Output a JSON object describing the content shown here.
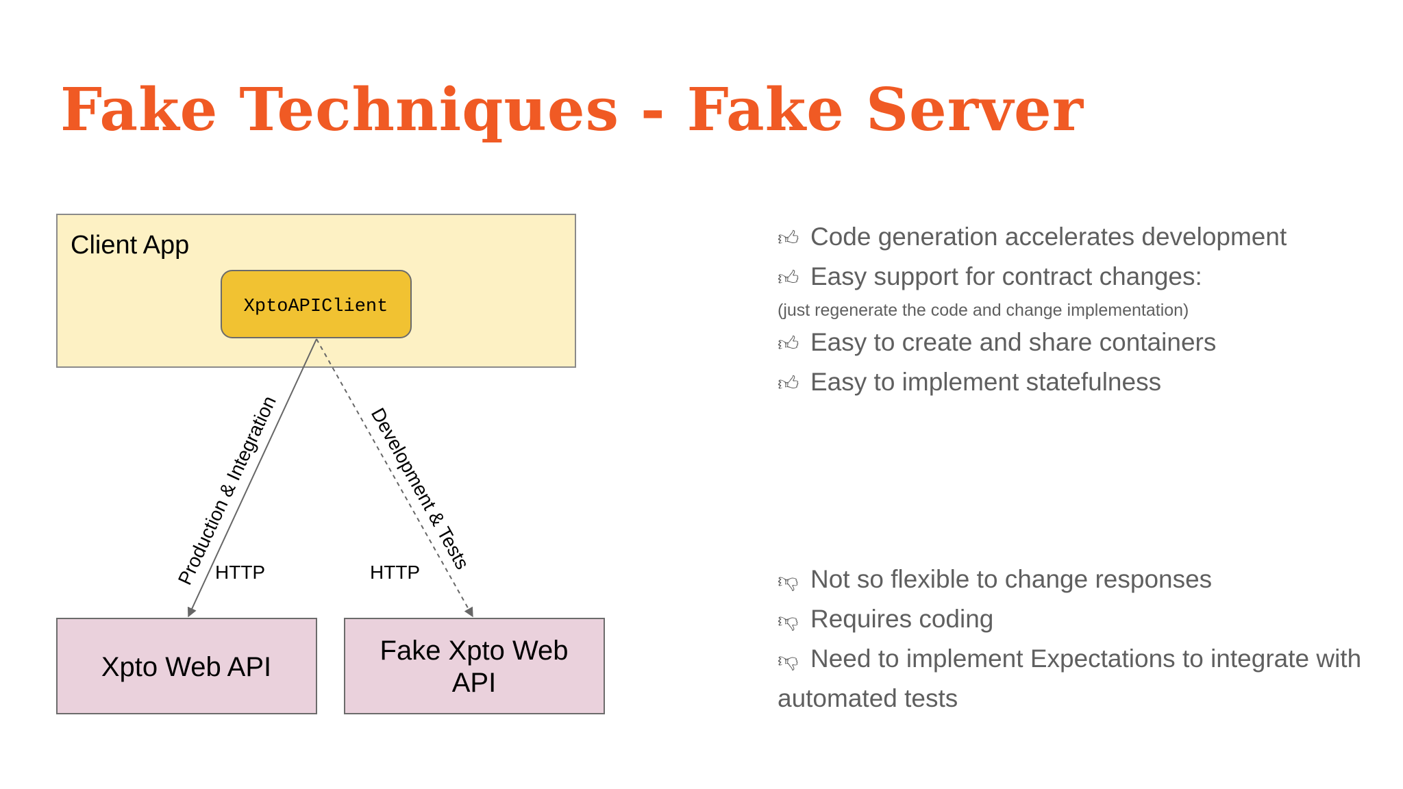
{
  "slide": {
    "title": "Fake Techniques - Fake Server"
  },
  "diagram": {
    "client_app_label": "Client App",
    "api_client_label": "XptoAPIClient",
    "prod_edge_label": "Production & Integration",
    "dev_edge_label": "Development & Tests",
    "http_left_label": "HTTP",
    "http_right_label": "HTTP",
    "real_api_label": "Xpto Web API",
    "fake_api_line1": "Fake Xpto Web",
    "fake_api_line2": "API",
    "colors": {
      "client_fill": "#fdf1c4",
      "client_stroke": "#8a8a8a",
      "api_client_fill": "#f1c232",
      "api_box_fill": "#ead1dc",
      "edge_stroke": "#666666"
    }
  },
  "pros": {
    "icon": "thumbs-up-icon",
    "items": [
      "Code generation accelerates development",
      "Easy support for contract changes:"
    ],
    "note": "(just regenerate the code and change implementation)",
    "items_after": [
      "Easy to create and share containers",
      "Easy to implement statefulness"
    ]
  },
  "cons": {
    "icon": "thumbs-down-icon",
    "items": [
      "Not so flexible to change responses",
      "Requires coding",
      "Need to implement Expectations to integrate with automated tests"
    ]
  },
  "colors": {
    "title": "#f05a24",
    "list_text": "#5f5f5f"
  }
}
